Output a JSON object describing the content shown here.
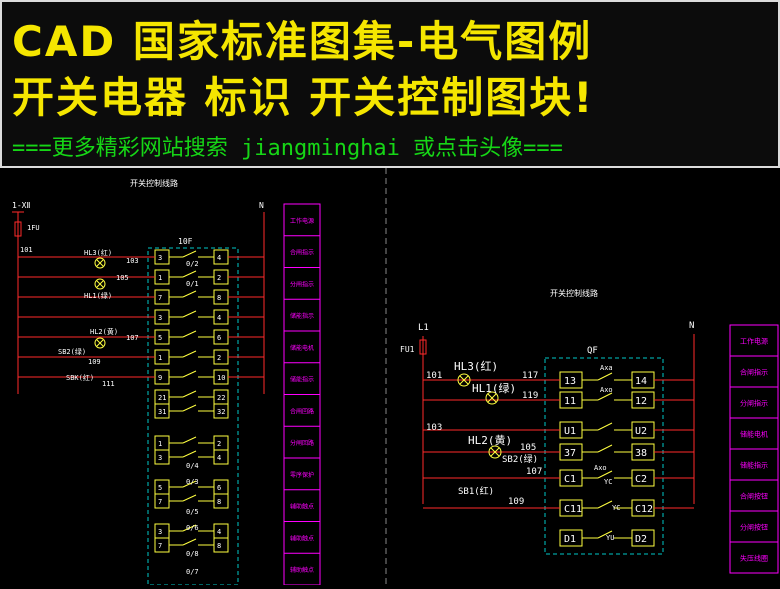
{
  "banner": {
    "line1": "CAD 国家标准图集-电气图例",
    "line2": "开关电器 标识 开关控制图块!",
    "line3": "===更多精彩网站搜索 jiangminghai 或点击头像==="
  },
  "left": {
    "title": "开关控制线路",
    "phase": "1-XⅡ",
    "neutral": "N",
    "fuse": "1FU",
    "breaker": "10F",
    "lamps": [
      "HL3(红)",
      "HL1(绿)",
      "HL2(黄)"
    ],
    "buttons": [
      "SB2(绿)",
      "SBK(红)"
    ],
    "wires": [
      "101",
      "103",
      "105",
      "107",
      "109",
      "111"
    ],
    "terminals": [
      [
        "3",
        "4"
      ],
      [
        "1",
        "2"
      ],
      [
        "7",
        "8"
      ],
      [
        "3",
        "4"
      ],
      [
        "5",
        "6"
      ],
      [
        "1",
        "2"
      ],
      [
        "9",
        "10"
      ],
      [
        "21",
        "22"
      ],
      [
        "31",
        "32"
      ],
      [
        "1",
        "2"
      ],
      [
        "3",
        "4"
      ],
      [
        "5",
        "6"
      ],
      [
        "7",
        "8"
      ],
      [
        "3",
        "4"
      ],
      [
        "7",
        "8"
      ]
    ],
    "contact_labels": [
      "0/2",
      "0/1",
      "0/4",
      "0/3",
      "0/5",
      "0/6",
      "0/8",
      "0/7"
    ],
    "legend": [
      "工作电源",
      "合闸指示",
      "分闸指示",
      "储能指示",
      "储能电机",
      "储能指示",
      "合闸回路",
      "分闸回路",
      "零序保护",
      "辅助触点",
      "辅助触点",
      "辅助触点"
    ]
  },
  "right": {
    "title": "开关控制线路",
    "phase": "L1",
    "neutral": "N",
    "fuse": "FU1",
    "breaker": "QF",
    "lamps": [
      "HL3(红)",
      "HL1(绿)",
      "HL2(黄)"
    ],
    "buttons": [
      "SB2(绿)",
      "SB1(红)"
    ],
    "wires": [
      "101",
      "117",
      "119",
      "103",
      "105",
      "107",
      "109"
    ],
    "terminals": [
      [
        "13",
        "14"
      ],
      [
        "11",
        "12"
      ],
      [
        "U1",
        "U2"
      ],
      [
        "37",
        "38"
      ],
      [
        "C1",
        "C2"
      ],
      [
        "C11",
        "C12"
      ],
      [
        "D1",
        "D2"
      ]
    ],
    "aux": [
      "Axa",
      "Axo",
      "Axo",
      "YC",
      "YC",
      "YU"
    ],
    "legend": [
      "工作电源",
      "合闸指示",
      "分闸指示",
      "储能电机",
      "储能指示",
      "合闸按钮",
      "分闸按钮",
      "失压线圈"
    ]
  },
  "colors": {
    "bg": "#000000",
    "wire": "#ff2a2a",
    "dashed": "#00c8c8",
    "component": "#ffff40",
    "legend": "#ff00ff",
    "label": "#ffffff"
  }
}
